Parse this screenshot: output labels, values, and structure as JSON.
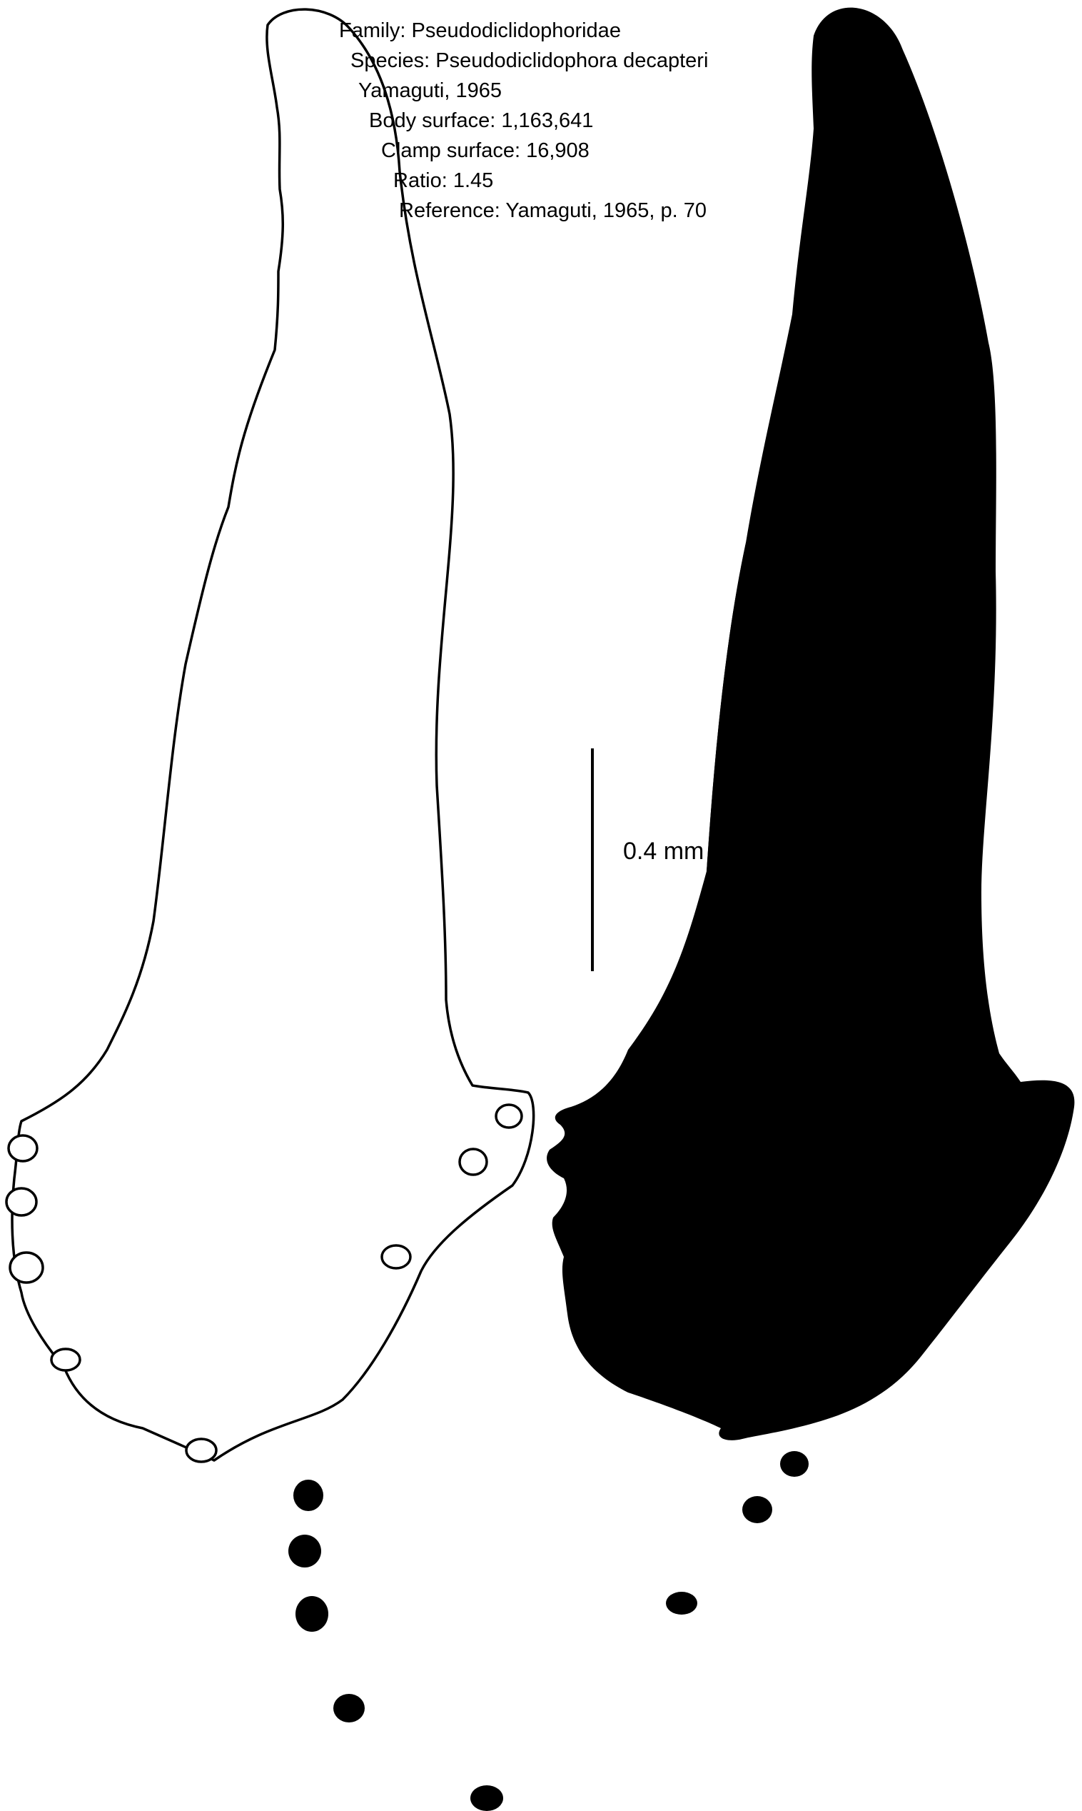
{
  "info": {
    "family": "Family: Pseudodiclidophoridae",
    "species": "Species: Pseudodiclidophora decapteri",
    "authority": "Yamaguti, 1965",
    "body_surface": "Body surface: 1,163,641",
    "clamp_surface": "Clamp surface: 16,908",
    "ratio": "Ratio: 1.45",
    "reference": "Reference: Yamaguti, 1965, p. 70"
  },
  "scale_bar": {
    "label": "0.4 mm"
  }
}
